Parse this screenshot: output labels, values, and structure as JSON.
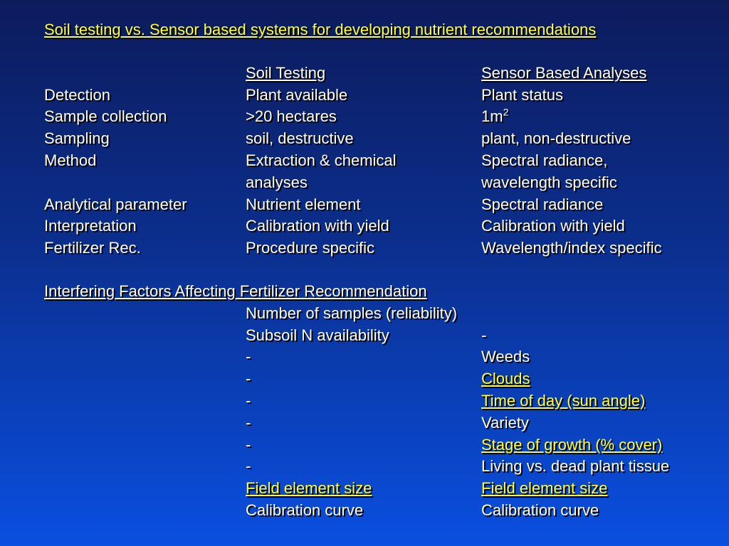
{
  "title": "Soil testing vs. Sensor based systems for developing nutrient recommendations",
  "header": {
    "col2": "Soil Testing",
    "col3": "Sensor Based Analyses"
  },
  "rows": [
    {
      "label": "Detection",
      "soil": "Plant available",
      "sensor": "Plant status"
    },
    {
      "label": "Sample collection",
      "soil": ">20 hectares",
      "sensor": "1m",
      "sensor_sup": "2"
    },
    {
      "label": "Sampling",
      "soil": "soil, destructive",
      "sensor": "plant, non-destructive"
    },
    {
      "label": "Method",
      "soil": "Extraction & chemical",
      "sensor": "Spectral radiance,"
    },
    {
      "label": "",
      "soil": "analyses",
      "sensor": "wavelength specific"
    },
    {
      "label": "Analytical parameter",
      "soil": "Nutrient element",
      "sensor": "Spectral radiance"
    },
    {
      "label": "Interpretation",
      "soil": "Calibration with yield",
      "sensor": "Calibration with yield"
    },
    {
      "label": "Fertilizer Rec.",
      "soil": "Procedure specific",
      "sensor": "Wavelength/index specific"
    }
  ],
  "interfering": {
    "heading": "Interfering Factors Affecting Fertilizer Recommendation",
    "full_row": "Number of samples (reliability)",
    "rows": [
      {
        "soil": "Subsoil N availability",
        "sensor": "-"
      },
      {
        "soil": "-",
        "sensor": "Weeds"
      },
      {
        "soil": "-",
        "sensor": "Clouds"
      },
      {
        "soil": "-",
        "sensor": "Time of day (sun angle)"
      },
      {
        "soil": "-",
        "sensor": "Variety"
      },
      {
        "soil": "-",
        "sensor": "Stage of growth (% cover)"
      },
      {
        "soil": "-",
        "sensor": "Living vs. dead plant tissue"
      },
      {
        "soil": "Field element size",
        "sensor": "Field element size"
      },
      {
        "soil": "Calibration curve",
        "sensor": "Calibration curve"
      }
    ]
  },
  "colors": {
    "background_top": "#0c1b5c",
    "background_bottom": "#0a4fe0",
    "text": "#ffffff",
    "highlight": "#ffff33"
  }
}
